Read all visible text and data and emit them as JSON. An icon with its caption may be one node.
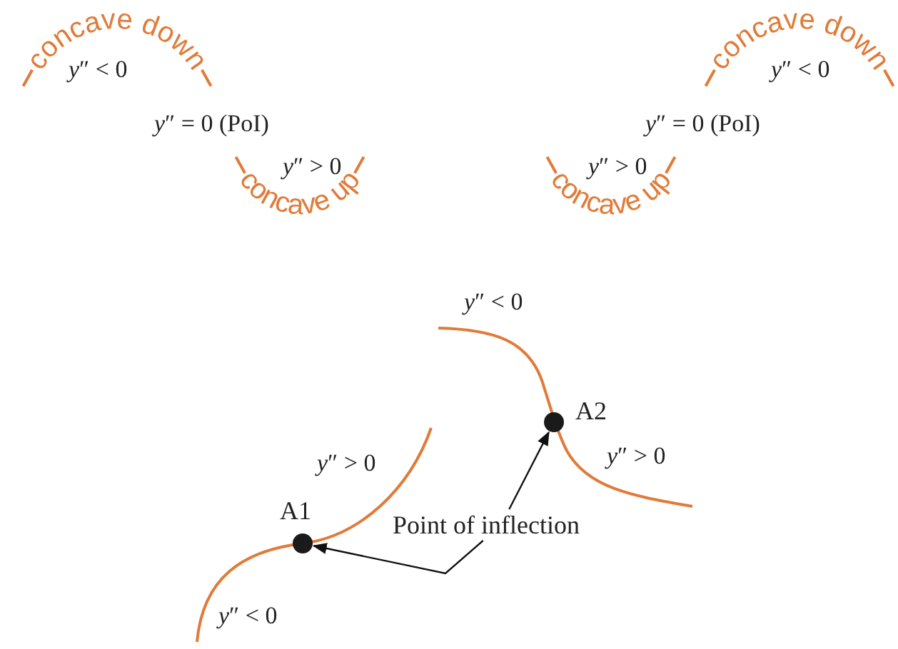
{
  "diagram": {
    "nodes": [
      {
        "text": [],
        "shape": "circle",
        "beside": [
          "A2"
        ]
      },
      {
        "text": [],
        "shape": "circle",
        "beside": [
          "A1"
        ]
      },
      {
        "text": [
          "Point of inflection"
        ]
      }
    ],
    "edges": [
      {
        "from": 2,
        "to": 1,
        "arrow": "to"
      },
      {
        "from": 2,
        "to": 0,
        "arrow": "to"
      }
    ],
    "labels": [
      "concave down",
      "concave down",
      "*y*″ < 0",
      "*y*″ < 0",
      "*y*″ = 0 (PoI)",
      "*y*″ = 0 (PoI)",
      "*y*″ > 0",
      "*y*″ > 0",
      "concave up",
      "concave up",
      "*y*″ < 0",
      "*y*″ > 0",
      "*y*″ > 0",
      "*y*″ < 0"
    ]
  }
}
